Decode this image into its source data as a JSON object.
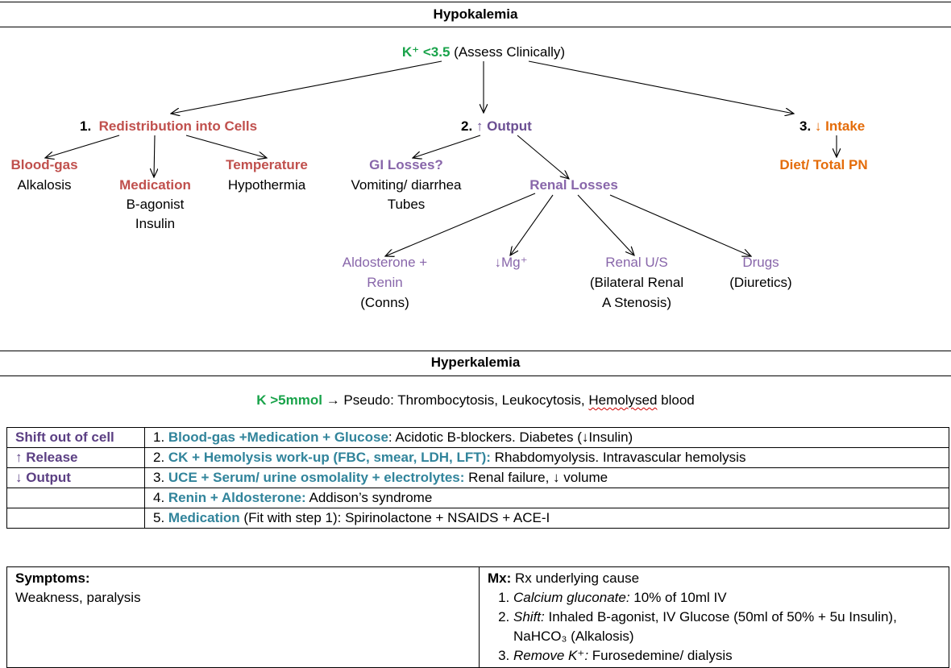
{
  "hypo": {
    "title": "Hypokalemia",
    "top_value": "K⁺ <3.5",
    "top_note": " (Assess Clinically)",
    "branch1_num": "1.",
    "branch1_label": "Redistribution into Cells",
    "branch2_num": "2. ",
    "branch2_label": "↑ Output",
    "branch3_num": "3. ",
    "branch3_label": "↓ Intake",
    "blood_gas": "Blood-gas",
    "alkalosis": "Alkalosis",
    "medication": "Medication",
    "med_line1": "B-agonist",
    "med_line2": "Insulin",
    "temperature": "Temperature",
    "hypothermia": "Hypothermia",
    "gi_losses": "GI Losses?",
    "gi_line1": "Vomiting/ diarrhea",
    "gi_line2": "Tubes",
    "renal_losses": "Renal Losses",
    "diet": "Diet/ Total PN",
    "aldo_line1": "Aldosterone +",
    "aldo_line2": "Renin",
    "aldo_line3": "(Conns)",
    "mg": "↓Mg⁺",
    "renal_us": "Renal U/S",
    "renal_us_line2": "(Bilateral Renal",
    "renal_us_line3": "A Stenosis)",
    "drugs": "Drugs",
    "drugs_line2": "(Diuretics)"
  },
  "hyper": {
    "title": "Hyperkalemia",
    "k_value": "K >5mmol",
    "pseudo_text": " → Pseudo: Thrombocytosis, Leukocytosis, ",
    "pseudo_wavy": "Hemolysed",
    "pseudo_end": " blood",
    "rows": [
      {
        "label": "Shift out of cell",
        "num": "1. ",
        "teal": "Blood-gas +Medication + Glucose",
        "rest": ": Acidotic B-blockers. Diabetes (↓Insulin)"
      },
      {
        "label": "↑ Release",
        "num": "2. ",
        "teal": "CK + Hemolysis work-up (FBC, smear, LDH, LFT):",
        "rest": " Rhabdomyolysis. Intravascular hemolysis"
      },
      {
        "label": "↓ Output",
        "num": "3. ",
        "teal": "UCE + Serum/ urine osmolality + electrolytes:",
        "rest": " Renal failure, ↓ volume"
      },
      {
        "label": "",
        "num": "4. ",
        "teal": "Renin + Aldosterone:",
        "rest": " Addison’s syndrome"
      },
      {
        "label": "",
        "num": "5. ",
        "teal": "Medication",
        "rest": " (Fit with step 1): Spirinolactone + NSAIDS + ACE-I"
      }
    ]
  },
  "management": {
    "symptoms_title": "Symptoms:",
    "symptoms_text": "Weakness, paralysis",
    "mx_title": "Mx:",
    "mx_text": " Rx underlying cause",
    "items": [
      {
        "em": "Calcium gluconate:",
        "rest": " 10% of 10ml IV"
      },
      {
        "em": "Shift:",
        "rest": " Inhaled B-agonist, IV Glucose (50ml of 50% + 5u Insulin), NaHCO₃ (Alkalosis)"
      },
      {
        "em": "Remove K⁺:",
        "rest": " Furosedemine/ dialysis"
      }
    ]
  }
}
